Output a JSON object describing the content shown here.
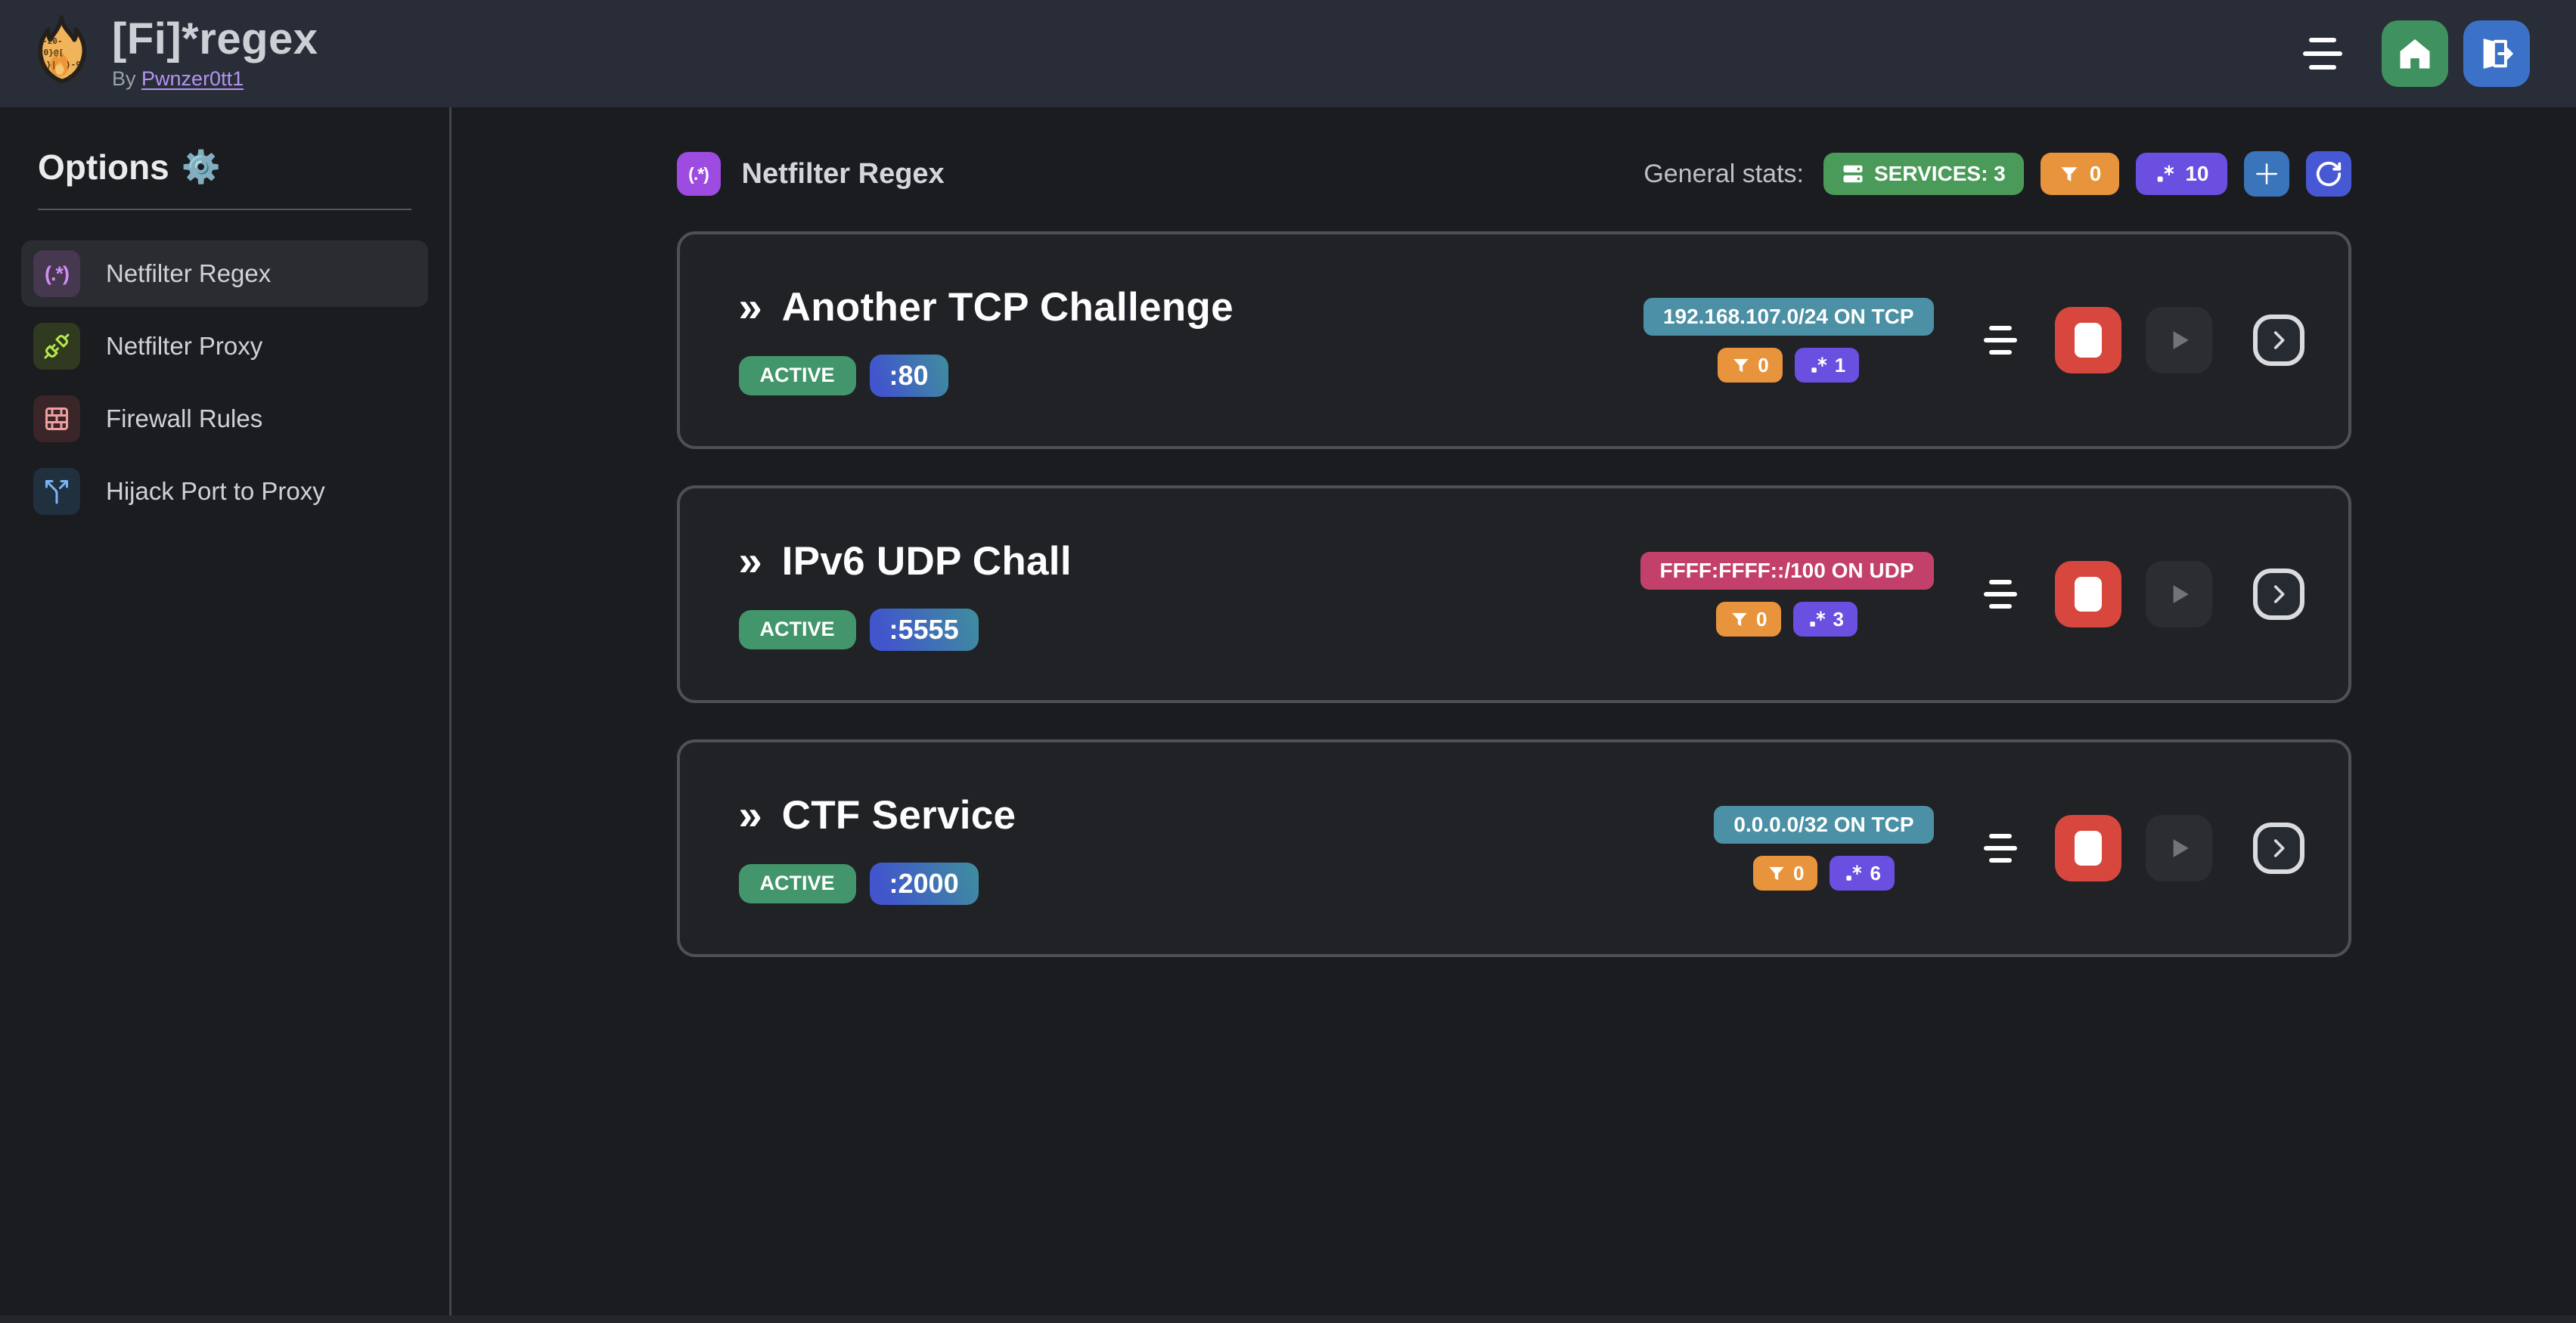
{
  "colors": {
    "topbar_bg": "#282d38",
    "page_bg": "#1b1c20",
    "card_bg": "#202226",
    "card_border": "#4d5055",
    "accent_green": "#4a9b59",
    "active_green": "#43966b",
    "accent_orange": "#e8943c",
    "accent_purple": "#6a4fe0",
    "home_green": "#3f915f",
    "exit_blue": "#3b72c8",
    "add_blue": "#3a74ba",
    "refresh_indigo": "#4758d4",
    "addr_teal": "#4b90a4",
    "addr_pink": "#c24069",
    "stop_red": "#d7473d",
    "link_purple": "#b493f0"
  },
  "header": {
    "title": "[Fi]*regex",
    "byline_prefix": "By",
    "author": "Pwnzer0tt1",
    "logo_fragments": [
      "-z0-",
      "20}@[",
      "{1}|",
      ")-9]",
      "z]"
    ]
  },
  "sidebar": {
    "heading": "Options",
    "heading_icon": "⚙️",
    "items": [
      {
        "label": "Netfilter Regex",
        "icon": "regex-icon",
        "glyph": "(.*)",
        "active": true
      },
      {
        "label": "Netfilter Proxy",
        "icon": "plug-icon",
        "active": false
      },
      {
        "label": "Firewall Rules",
        "icon": "brick-wall-icon",
        "active": false
      },
      {
        "label": "Hijack Port to Proxy",
        "icon": "split-icon",
        "active": false
      }
    ]
  },
  "main": {
    "section_icon_glyph": "(.*)",
    "section_title": "Netfilter Regex",
    "stats_label": "General stats:",
    "services_stat": "SERVICES: 3",
    "filters_stat": "0",
    "regex_stat": "10",
    "card_marker": "»"
  },
  "services": [
    {
      "name": "Another TCP Challenge",
      "status": "ACTIVE",
      "port": ":80",
      "address": "192.168.107.0/24 ON TCP",
      "variant": "teal",
      "filters": "0",
      "regexes": "1"
    },
    {
      "name": "IPv6 UDP Chall",
      "status": "ACTIVE",
      "port": ":5555",
      "address": "FFFF:FFFF::/100 ON UDP",
      "variant": "pink",
      "filters": "0",
      "regexes": "3"
    },
    {
      "name": "CTF Service",
      "status": "ACTIVE",
      "port": ":2000",
      "address": "0.0.0.0/32 ON TCP",
      "variant": "teal",
      "filters": "0",
      "regexes": "6"
    }
  ]
}
